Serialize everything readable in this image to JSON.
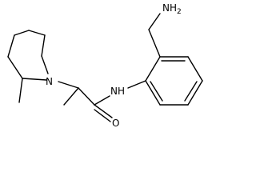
{
  "molecule": {
    "atom_labels": {
      "amine": "NH2",
      "amine_base": "NH",
      "amine_sub": "2",
      "amide_nh": "NH",
      "piperidine_n": "N",
      "carbonyl_o": "O"
    }
  }
}
